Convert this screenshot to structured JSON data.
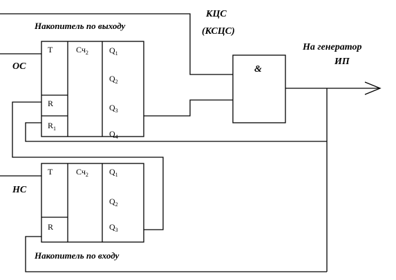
{
  "counter_top": {
    "caption": "Накопитель по выходу",
    "side_label": "ОС",
    "t": "T",
    "ct_main": "Сч",
    "ct_sub": "2",
    "r": "R",
    "r1_main": "R",
    "r1_sub": "1",
    "q1_main": "Q",
    "q1_sub": "1",
    "q2_main": "Q",
    "q2_sub": "2",
    "q3_main": "Q",
    "q3_sub": "3",
    "q4_main": "Q",
    "q4_sub": "4"
  },
  "counter_bottom": {
    "caption": "Накопитель по входу",
    "side_label": "НС",
    "t": "T",
    "ct_main": "Сч",
    "ct_sub": "2",
    "r": "R",
    "q1_main": "Q",
    "q1_sub": "1",
    "q2_main": "Q",
    "q2_sub": "2",
    "q3_main": "Q",
    "q3_sub": "3"
  },
  "gate": {
    "symbol": "&",
    "label_line1": "КЦС",
    "label_line2": "(КСЦС)"
  },
  "output": {
    "label_line1": "На генератор",
    "label_line2": "ИП"
  }
}
